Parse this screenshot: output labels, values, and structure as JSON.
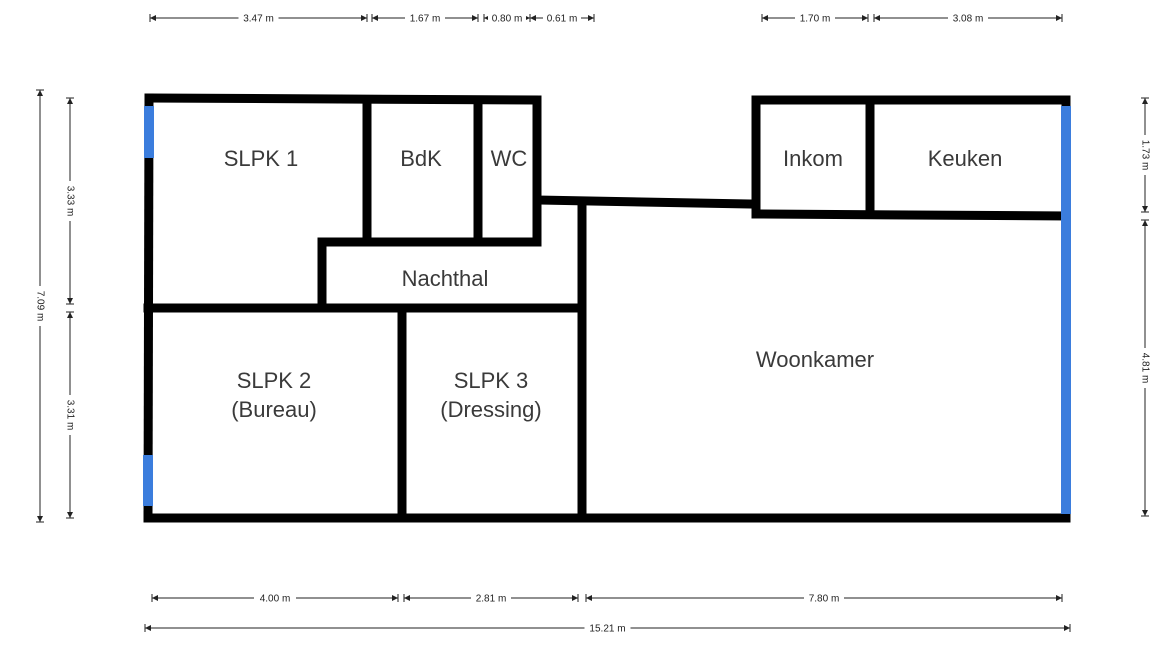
{
  "colors": {
    "wall": "#000000",
    "window": "#3b7ddd",
    "label": "#3a3a3a",
    "background": "#ffffff"
  },
  "rooms": {
    "slpk1": "SLPK 1",
    "bdk": "BdK",
    "wc": "WC",
    "inkom": "Inkom",
    "keuken": "Keuken",
    "nachthal": "Nachthal",
    "woonkamer": "Woonkamer",
    "slpk2_line1": "SLPK 2",
    "slpk2_line2": "(Bureau)",
    "slpk3_line1": "SLPK 3",
    "slpk3_line2": "(Dressing)"
  },
  "dimensions": {
    "top": [
      "3.47 m",
      "1.67 m",
      "0.80 m",
      "0.61 m",
      "1.70 m",
      "3.08 m"
    ],
    "bottom": [
      "4.00 m",
      "2.81 m",
      "7.80 m"
    ],
    "total_width": "15.21 m",
    "left_total": "7.09 m",
    "left": [
      "3.33 m",
      "3.31 m"
    ],
    "right": [
      "1.73 m",
      "4.81 m"
    ]
  }
}
